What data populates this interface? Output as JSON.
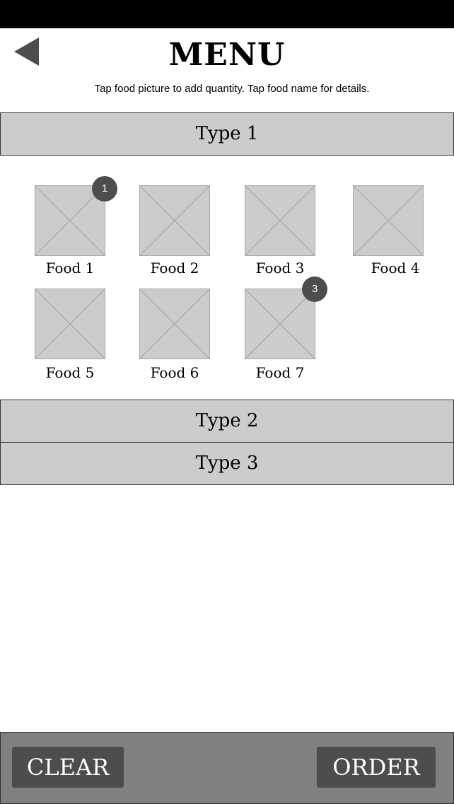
{
  "header": {
    "title": "MENU",
    "instructions": "Tap food picture to add quantity. Tap food name for details.",
    "back_icon": "back-arrow-icon"
  },
  "categories": [
    {
      "label": "Type 1",
      "expanded": true,
      "items": [
        {
          "name": "Food 1",
          "quantity": "1"
        },
        {
          "name": "Food 2",
          "quantity": null
        },
        {
          "name": "Food 3",
          "quantity": null
        },
        {
          "name": "Food 4",
          "quantity": null
        },
        {
          "name": "Food 5",
          "quantity": null
        },
        {
          "name": "Food 6",
          "quantity": null
        },
        {
          "name": "Food 7",
          "quantity": "3"
        }
      ]
    },
    {
      "label": "Type 2",
      "expanded": false
    },
    {
      "label": "Type 3",
      "expanded": false
    }
  ],
  "footer": {
    "clear_label": "CLEAR",
    "order_label": "ORDER"
  },
  "colors": {
    "status_bar": "#000000",
    "header_bg": "#cccccc",
    "badge": "#4d4d4d",
    "footer_bg": "#808080",
    "button_bg": "#4d4d4d"
  }
}
